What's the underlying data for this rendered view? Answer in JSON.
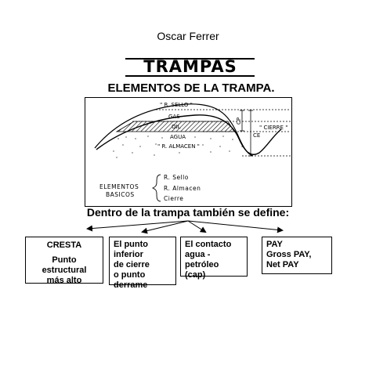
{
  "author": "Oscar Ferrer",
  "title": "TRAMPAS",
  "subtitle": "ELEMENTOS DE LA TRAMPA.",
  "diagram": {
    "layers": {
      "seal": "\" R. SELLO \"",
      "gas": "GAS",
      "oil": "OIL",
      "water": "AGUA",
      "reservoir": "\" R. ALMACEN \""
    },
    "markers": {
      "cp": "CP",
      "ce": "CE",
      "closure": "\" CIERRE \""
    },
    "basic_elements": {
      "heading_line1": "ELEMENTOS",
      "heading_line2": "BASICOS",
      "items": [
        "R. Sello",
        "R. Almacen",
        "Cierre"
      ]
    }
  },
  "define_line": "Dentro de la trampa también se define:",
  "boxes": {
    "cresta": {
      "heading": "CRESTA",
      "body": [
        "Punto",
        "estructural",
        "más alto"
      ]
    },
    "punto": {
      "lines": [
        "El punto",
        "inferior",
        "de cierre",
        "o punto",
        "derrame"
      ]
    },
    "contacto": {
      "lines": [
        "El contacto",
        "agua -",
        "petróleo",
        "(cap)"
      ]
    },
    "pay": {
      "lines": [
        "PAY",
        "Gross PAY,",
        "Net PAY"
      ]
    }
  }
}
